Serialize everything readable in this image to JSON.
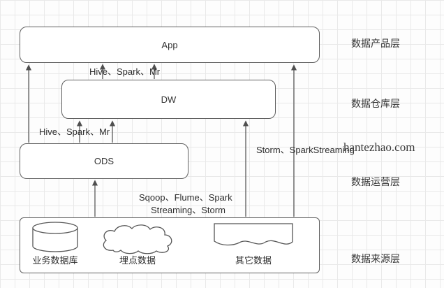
{
  "colors": {
    "arrow_line": "#4f4f4f",
    "box_border": "#5f5f5f",
    "text": "#333333",
    "grid": "#e9e9e9"
  },
  "nodes": {
    "app": "App",
    "dw": "DW",
    "ods": "ODS"
  },
  "sources": {
    "business_db": "业务数据库",
    "tracking": "埋点数据",
    "other": "其它数据"
  },
  "edges": {
    "dw_to_app": "Hive、Spark、Mr",
    "ods_to_dw": "Hive、Spark、Mr",
    "realtime": "Storm、SparkStreaming",
    "ingest_line1": "Sqoop、Flume、Spark",
    "ingest_line2": "Streaming、Storm"
  },
  "layers": {
    "product": "数据产品层",
    "warehouse": "数据仓库层",
    "operation": "数据运营层",
    "source": "数据来源层"
  },
  "watermark": "hantezhao.com"
}
